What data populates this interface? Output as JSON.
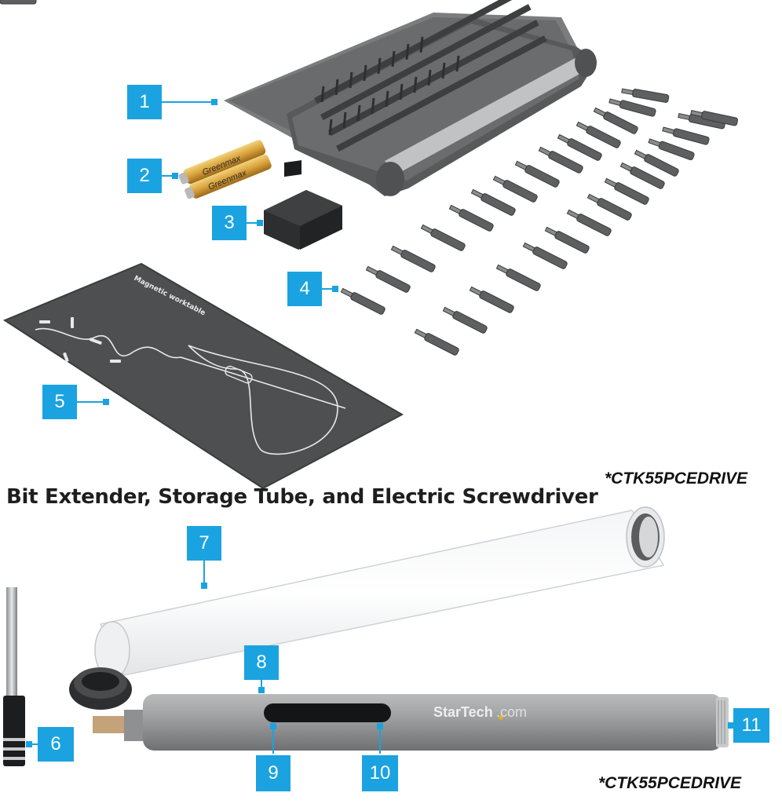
{
  "heading": "Bit Extender, Storage Tube, and Electric Screwdriver",
  "model_labels": {
    "top": "*CTK55PCEDRIVE",
    "bottom": "*CTK55PCEDRIVE"
  },
  "callouts": [
    "1",
    "2",
    "3",
    "4",
    "5",
    "6",
    "7",
    "8",
    "9",
    "10",
    "11"
  ],
  "battery_brand": "Greenmax",
  "driver_brand": {
    "name": "StarTech",
    "suffix": ".com"
  },
  "mat_text": "Magnetic worktable",
  "colors": {
    "callout": "#1aa3e0",
    "case": "#6a6b6c",
    "mat": "#4e4f51",
    "driver": "#9a9b9d",
    "brand_dot": "#f2b400"
  }
}
